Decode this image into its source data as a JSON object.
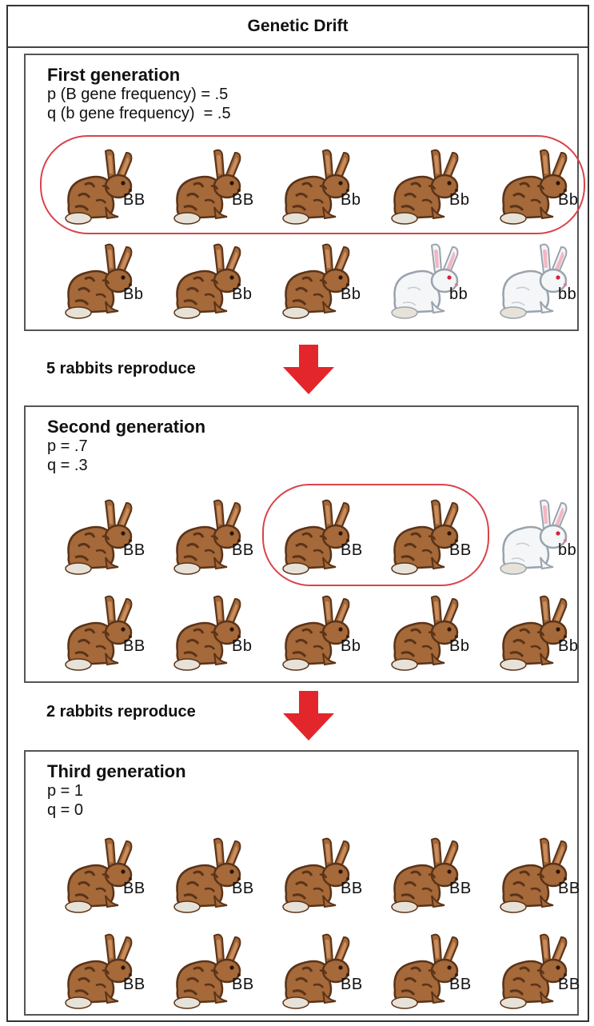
{
  "title": "Genetic Drift",
  "generations": [
    {
      "heading": "First generation",
      "stats": [
        "p (B gene frequency) = .5",
        "q (b gene frequency)  = .5"
      ],
      "rabbits": [
        {
          "genotype": "BB",
          "color": "brown"
        },
        {
          "genotype": "BB",
          "color": "brown"
        },
        {
          "genotype": "Bb",
          "color": "brown"
        },
        {
          "genotype": "Bb",
          "color": "brown"
        },
        {
          "genotype": "Bb",
          "color": "brown"
        },
        {
          "genotype": "Bb",
          "color": "brown"
        },
        {
          "genotype": "Bb",
          "color": "brown"
        },
        {
          "genotype": "Bb",
          "color": "brown"
        },
        {
          "genotype": "bb",
          "color": "white"
        },
        {
          "genotype": "bb",
          "color": "white"
        }
      ]
    },
    {
      "heading": "Second generation",
      "stats": [
        "p = .7",
        "q = .3"
      ],
      "rabbits": [
        {
          "genotype": "BB",
          "color": "brown"
        },
        {
          "genotype": "BB",
          "color": "brown"
        },
        {
          "genotype": "BB",
          "color": "brown"
        },
        {
          "genotype": "BB",
          "color": "brown"
        },
        {
          "genotype": "bb",
          "color": "white"
        },
        {
          "genotype": "BB",
          "color": "brown"
        },
        {
          "genotype": "Bb",
          "color": "brown"
        },
        {
          "genotype": "Bb",
          "color": "brown"
        },
        {
          "genotype": "Bb",
          "color": "brown"
        },
        {
          "genotype": "Bb",
          "color": "brown"
        }
      ]
    },
    {
      "heading": "Third generation",
      "stats": [
        "p = 1",
        "q = 0"
      ],
      "rabbits": [
        {
          "genotype": "BB",
          "color": "brown"
        },
        {
          "genotype": "BB",
          "color": "brown"
        },
        {
          "genotype": "BB",
          "color": "brown"
        },
        {
          "genotype": "BB",
          "color": "brown"
        },
        {
          "genotype": "BB",
          "color": "brown"
        },
        {
          "genotype": "BB",
          "color": "brown"
        },
        {
          "genotype": "BB",
          "color": "brown"
        },
        {
          "genotype": "BB",
          "color": "brown"
        },
        {
          "genotype": "BB",
          "color": "brown"
        },
        {
          "genotype": "BB",
          "color": "brown"
        }
      ]
    }
  ],
  "transitions": [
    {
      "label": "5 rabbits reproduce",
      "icon": "down-arrow-icon"
    },
    {
      "label": "2 rabbits reproduce",
      "icon": "down-arrow-icon"
    }
  ],
  "colors": {
    "brown_fur": "#a5693a",
    "brown_dark": "#5a3318",
    "white_fur": "#f4f6f8",
    "selection_outline": "#d9434a",
    "arrow": "#e3262b"
  }
}
